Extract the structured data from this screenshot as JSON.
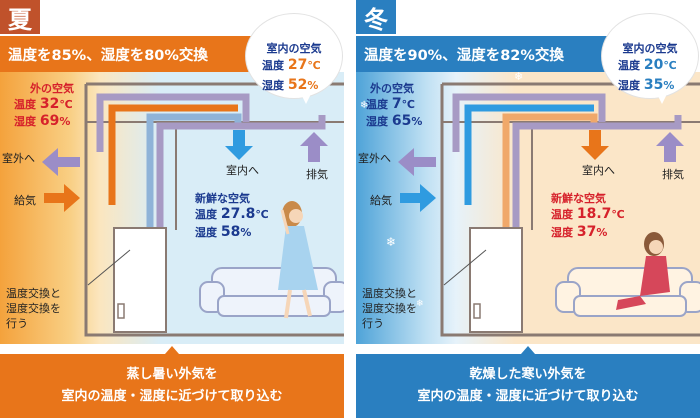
{
  "summer": {
    "season": "夏",
    "title": "温度を85%、湿度を80%交換",
    "outside_air": {
      "title": "外の空気",
      "temp_label": "温度",
      "temp": "32",
      "temp_unit": "℃",
      "hum_label": "湿度",
      "hum": "69",
      "hum_unit": "%"
    },
    "indoor_bubble": {
      "title": "室内の空気",
      "temp_label": "温度",
      "temp": "27",
      "temp_unit": "℃",
      "hum_label": "湿度",
      "hum": "52",
      "hum_unit": "%"
    },
    "fresh_air": {
      "title": "新鮮な空気",
      "temp_label": "温度",
      "temp": "27.8",
      "temp_unit": "℃",
      "hum_label": "湿度",
      "hum": "58",
      "hum_unit": "%"
    },
    "to_outside": "室外へ",
    "supply": "給気",
    "to_inside": "室内へ",
    "exhaust": "排気",
    "exchanger_caption": [
      "温度交換と",
      "湿度交換を",
      "行う"
    ],
    "footer": [
      "蒸し暑い外気を",
      "室内の温度・湿度に近づけて取り込む"
    ],
    "colors": {
      "accent": "#e8751a",
      "badge": "#c0522b",
      "bg_light": "#fbe3b3",
      "bg_room": "#d6ebf6"
    }
  },
  "winter": {
    "season": "冬",
    "title": "温度を90%、湿度を82%交換",
    "outside_air": {
      "title": "外の空気",
      "temp_label": "温度",
      "temp": "7",
      "temp_unit": "℃",
      "hum_label": "湿度",
      "hum": "65",
      "hum_unit": "%"
    },
    "indoor_bubble": {
      "title": "室内の空気",
      "temp_label": "温度",
      "temp": "20",
      "temp_unit": "℃",
      "hum_label": "湿度",
      "hum": "35",
      "hum_unit": "%"
    },
    "fresh_air": {
      "title": "新鮮な空気",
      "temp_label": "温度",
      "temp": "18.7",
      "temp_unit": "℃",
      "hum_label": "湿度",
      "hum": "37",
      "hum_unit": "%"
    },
    "to_outside": "室外へ",
    "supply": "給気",
    "to_inside": "室内へ",
    "exhaust": "排気",
    "exchanger_caption": [
      "温度交換と",
      "湿度交換を",
      "行う"
    ],
    "footer": [
      "乾燥した寒い外気を",
      "室内の温度・湿度に近づけて取り込む"
    ],
    "colors": {
      "accent": "#2a7fc0",
      "badge": "#2a7fc0",
      "bg_light": "#cfe6f5",
      "bg_room": "#fbe3c3"
    }
  }
}
